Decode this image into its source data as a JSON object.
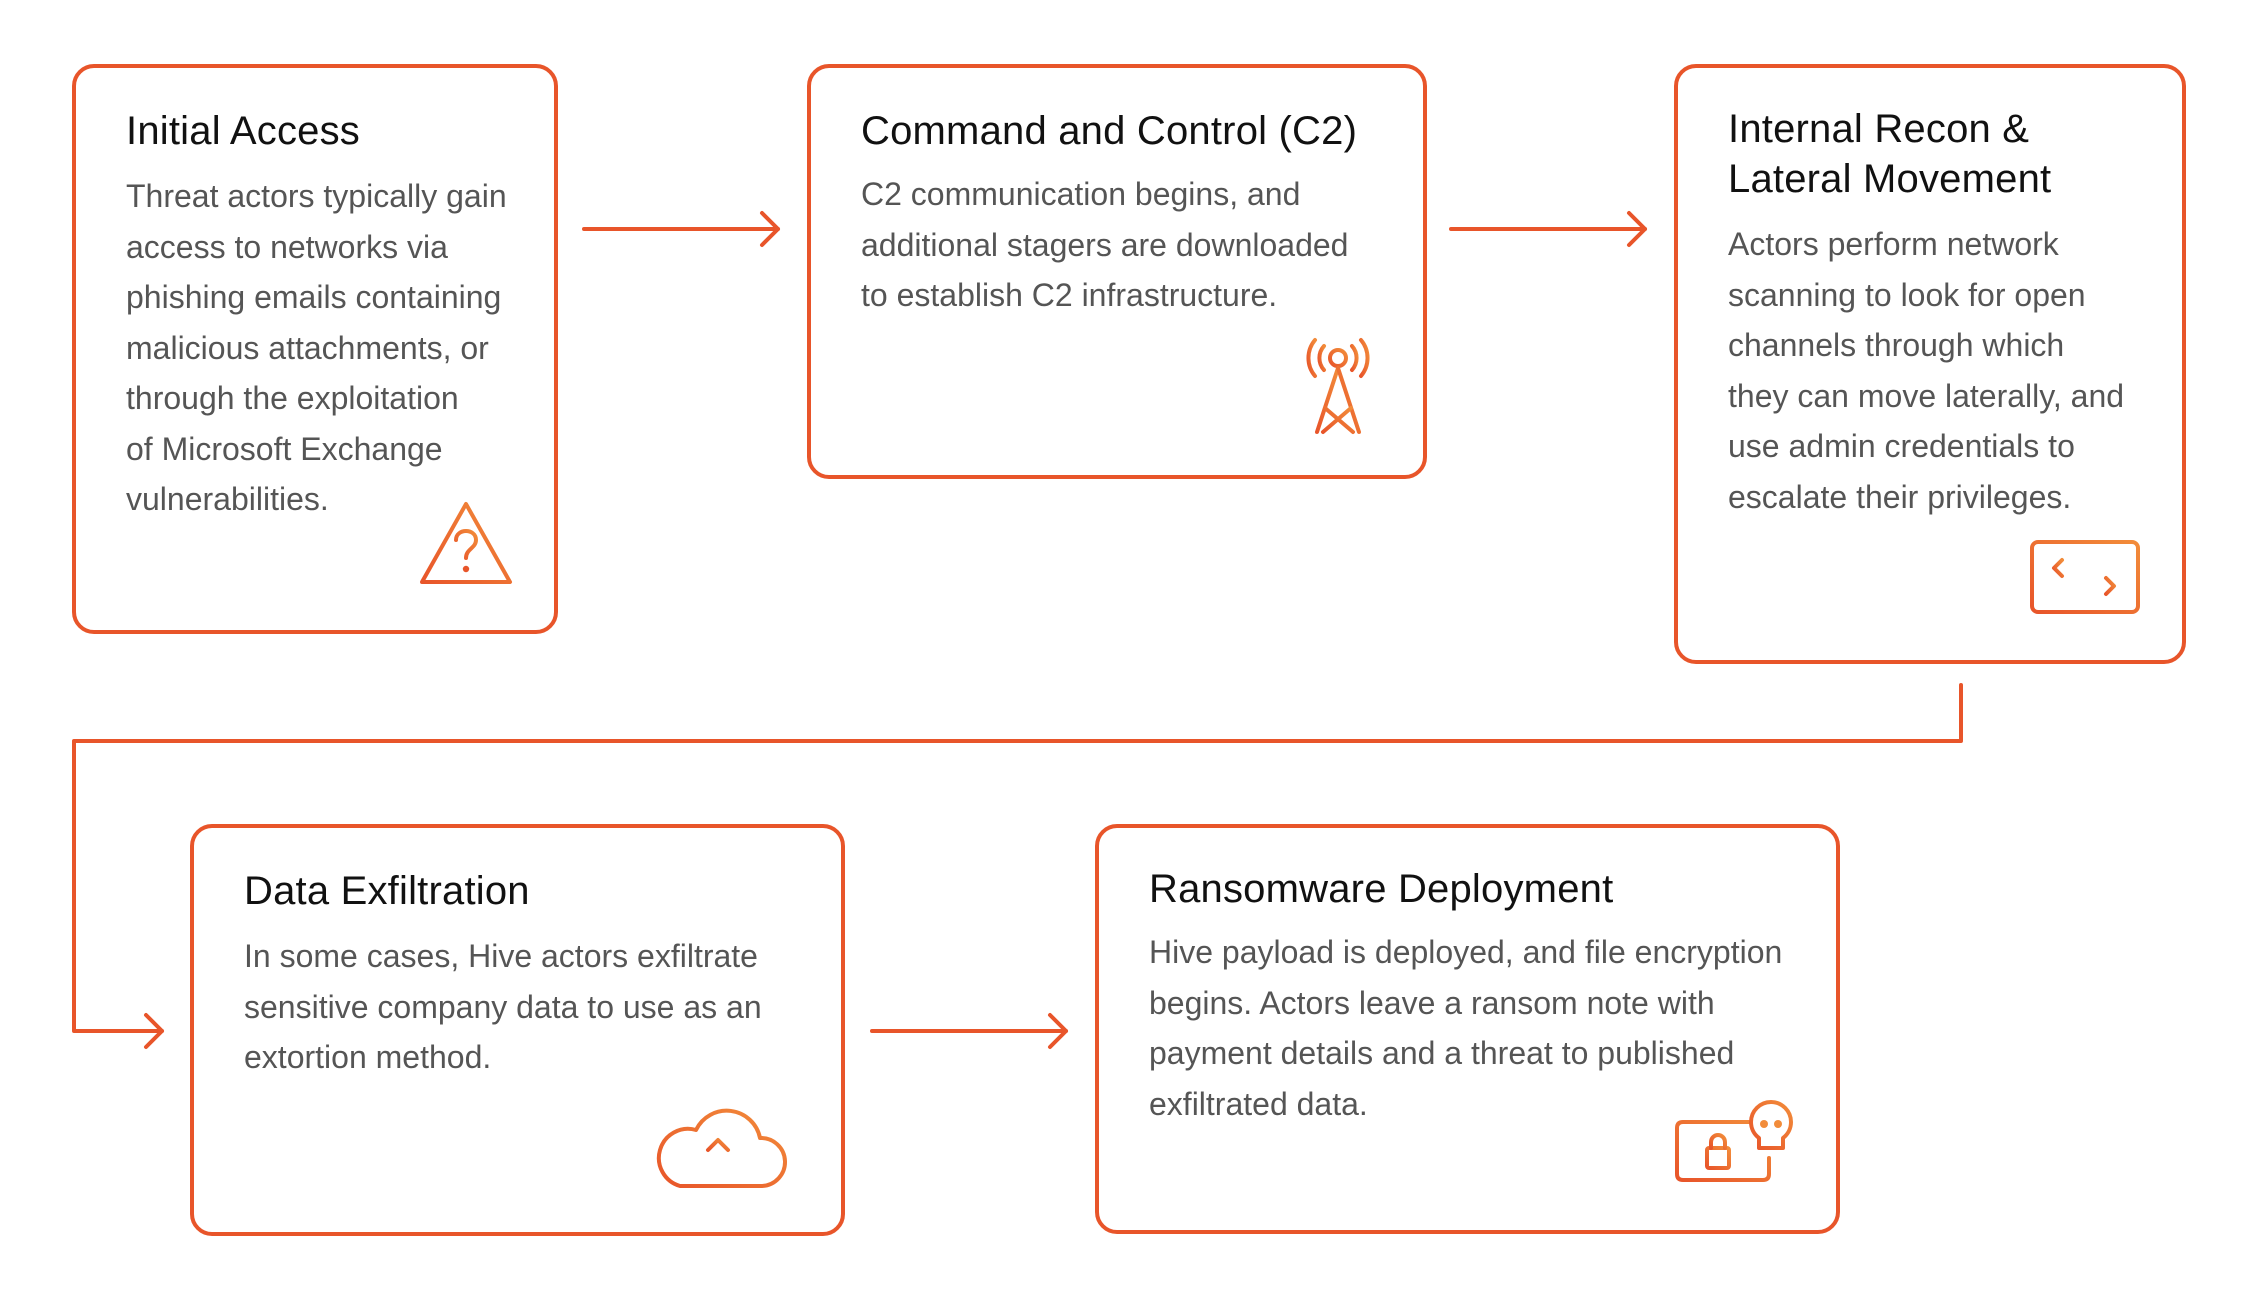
{
  "colors": {
    "accent": "#e8552a",
    "accent_light": "#f28c3a",
    "title_text": "#111111",
    "body_text": "#555555"
  },
  "stages": [
    {
      "title": "Initial Access",
      "description": "Threat actors typically gain\naccess to networks via\nphishing emails containing\nmalicious attachments, or\nthrough the exploitation\nof Microsoft Exchange\nvulnerabilities.",
      "icon": "warning-question-icon"
    },
    {
      "title": "Command and Control (C2)",
      "description": "C2 communication begins, and\nadditional stagers are downloaded\nto establish C2 infrastructure.",
      "icon": "radio-tower-icon"
    },
    {
      "title": "Internal Recon &\nLateral Movement",
      "description": "Actors perform network\nscanning to look for open\nchannels through which\nthey can move laterally, and\nuse admin credentials to\nescalate their privileges.",
      "icon": "laptop-transfer-icon"
    },
    {
      "title": "Data Exfiltration",
      "description": "In some cases, Hive actors exfiltrate\nsensitive company data to use as an\nextortion method.",
      "icon": "cloud-upload-icon"
    },
    {
      "title": "Ransomware Deployment",
      "description": "Hive payload is deployed, and file encryption\nbegins. Actors leave a ransom note with\npayment details and a threat to published\nexfiltrated data.",
      "icon": "laptop-lock-skull-icon"
    }
  ]
}
